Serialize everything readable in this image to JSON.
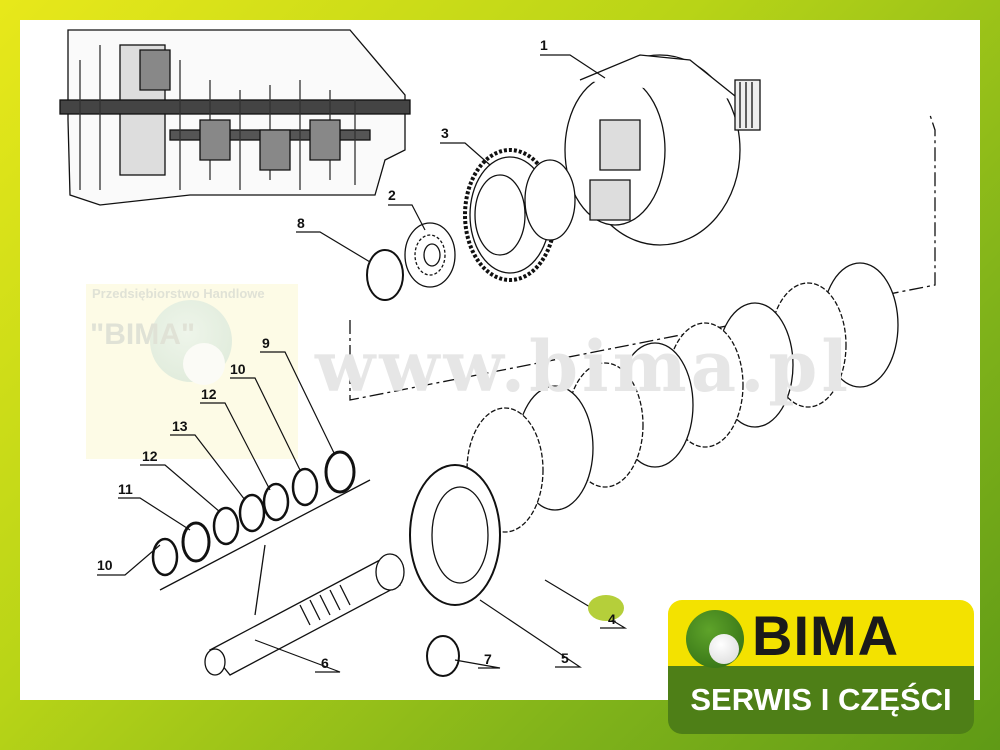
{
  "watermark": {
    "url": "www.bima.pl",
    "company_line": "Przedsiębiorstwo Handlowe",
    "company_name": "\"BIMA\""
  },
  "parts": {
    "p1": "1",
    "p2": "2",
    "p3": "3",
    "p4": "4",
    "p5": "5",
    "p6": "6",
    "p7": "7",
    "p8": "8",
    "p9": "9",
    "p10a": "10",
    "p12a": "12",
    "p13": "13",
    "p12b": "12",
    "p11": "11",
    "p10b": "10"
  },
  "logo": {
    "name": "BIMA",
    "tagline": "SERWIS I CZĘŚCI"
  },
  "colors": {
    "logo_yellow": "#f3e200",
    "logo_green": "#4e7f17",
    "highlight": "#b5cf3a"
  }
}
